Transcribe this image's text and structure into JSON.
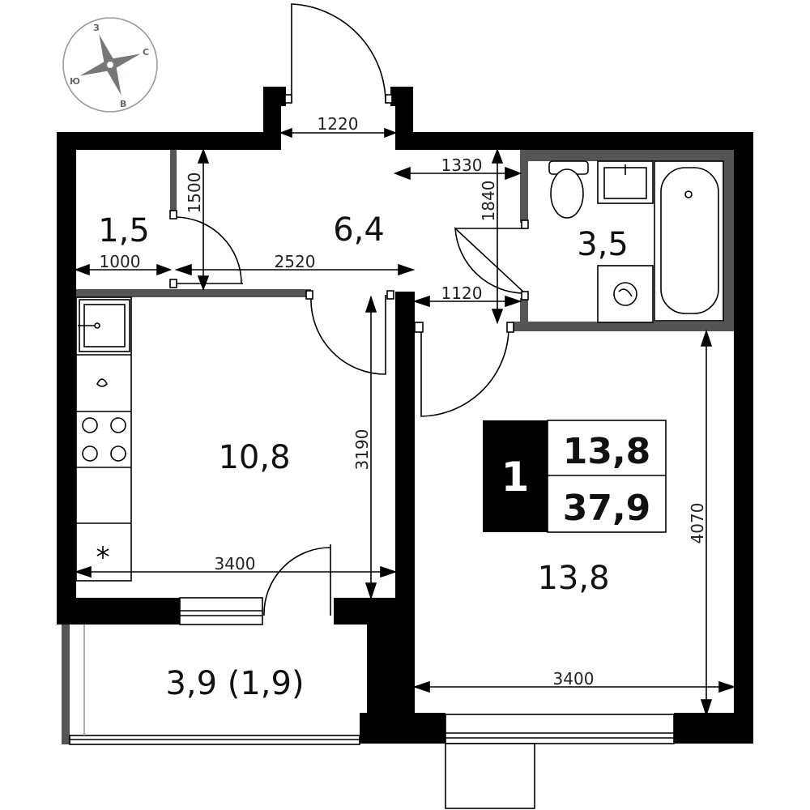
{
  "rooms": {
    "storage": "1,5",
    "hall": "6,4",
    "bathroom": "3,5",
    "kitchen": "10,8",
    "bedroom": "13,8",
    "loggia": "3,9 (1,9)"
  },
  "dimensions": {
    "entrance_width": "1220",
    "hall_bath_width": "1330",
    "bath_height": "1840",
    "storage_height": "1500",
    "storage_width": "1000",
    "hall_width": "2520",
    "bath_door_width": "1120",
    "kitchen_height": "3190",
    "kitchen_width": "3400",
    "bedroom_height": "4070",
    "bedroom_width": "3400"
  },
  "badge": {
    "rooms_count": "1",
    "living_area": "13,8",
    "total_area": "37,9"
  },
  "compass": {
    "north": "С",
    "south": "Ю",
    "west": "З",
    "east": "В"
  }
}
